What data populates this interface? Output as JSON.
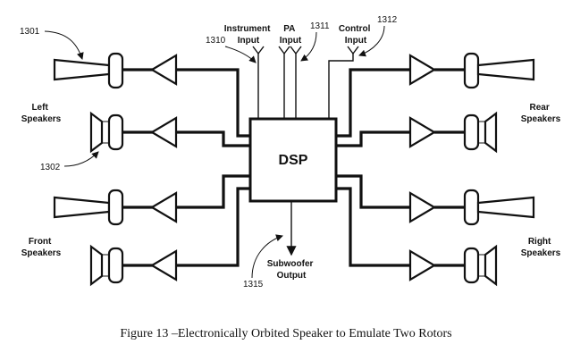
{
  "dsp_label": "DSP",
  "inputs": {
    "instrument": [
      "Instrument",
      "Input"
    ],
    "pa": [
      "PA",
      "Input"
    ],
    "control": [
      "Control",
      "Input"
    ]
  },
  "output": {
    "subwoofer": [
      "Subwoofer",
      "Output"
    ]
  },
  "groups": {
    "left": [
      "Left",
      "Speakers"
    ],
    "front": [
      "Front",
      "Speakers"
    ],
    "rear": [
      "Rear",
      "Speakers"
    ],
    "right": [
      "Right",
      "Speakers"
    ]
  },
  "refs": {
    "r1301": "1301",
    "r1302": "1302",
    "r1310": "1310",
    "r1311": "1311",
    "r1312": "1312",
    "r1315": "1315"
  },
  "caption": "Figure 13 –Electronically Orbited Speaker to Emulate Two Rotors"
}
